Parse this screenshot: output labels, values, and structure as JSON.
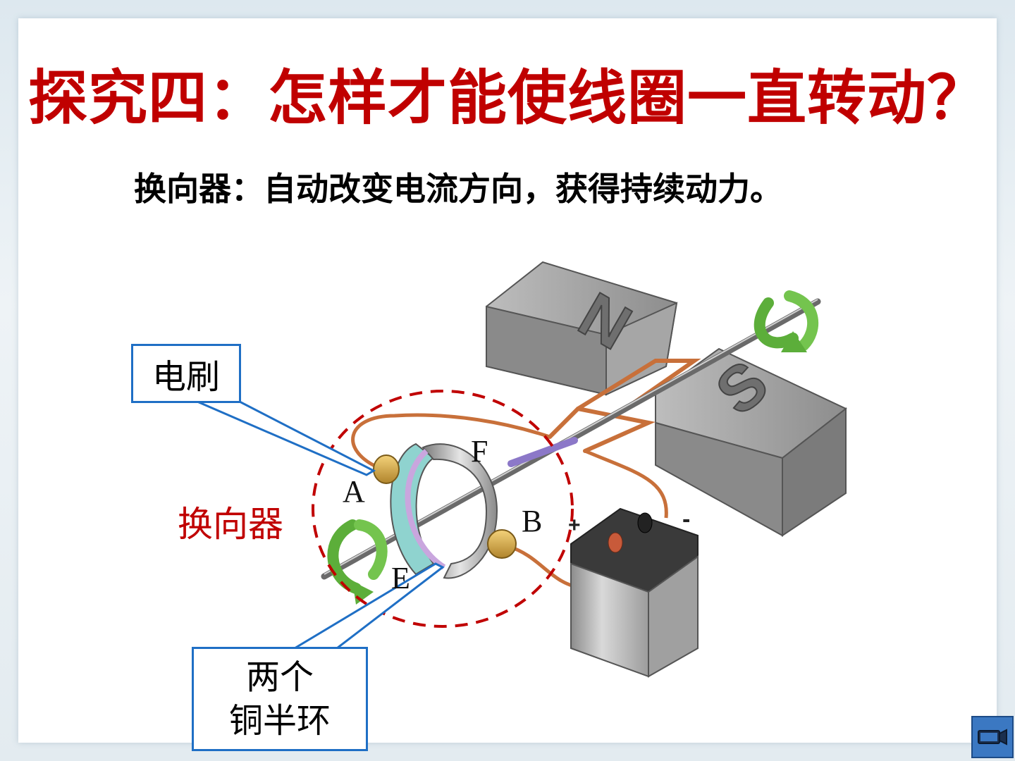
{
  "title": "探究四：怎样才能使线圈一直转动？",
  "subtitle": "换向器：自动改变电流方向，获得持续动力。",
  "diagram": {
    "callouts": {
      "brush": "电刷",
      "rings_line1": "两个",
      "rings_line2": "铜半环",
      "commutator": "换向器"
    },
    "points": {
      "A": "A",
      "B": "B",
      "E": "E",
      "F": "F"
    },
    "magnet_poles": {
      "north": "N",
      "south": "S"
    },
    "battery_terminals": {
      "positive": "+",
      "negative": "-"
    }
  },
  "colors": {
    "title": "#c00000",
    "callout_border": "#1f6fc5",
    "dashed_circle": "#c00000",
    "copper_wire": "#c8703a",
    "rotation_arrow": "#5cae3a",
    "nav_button": "#3b78c2"
  },
  "nav": {
    "icon": "film-projector-icon"
  }
}
